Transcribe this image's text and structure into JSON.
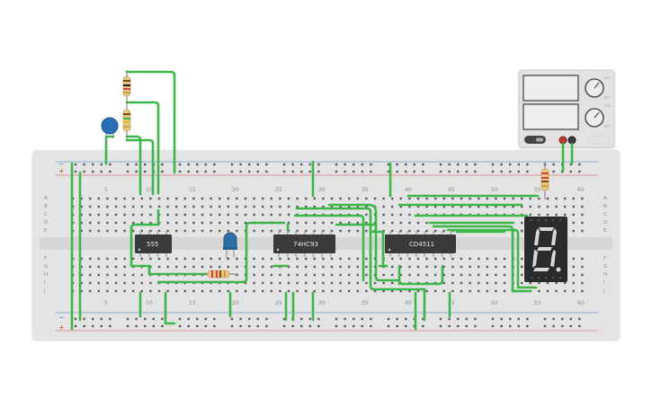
{
  "breadboard": {
    "column_numbers": [
      "5",
      "10",
      "15",
      "20",
      "25",
      "30",
      "35",
      "40",
      "45",
      "50",
      "55",
      "60"
    ],
    "row_letters_top": [
      "A",
      "B",
      "C",
      "D",
      "E"
    ],
    "row_letters_bottom": [
      "F",
      "G",
      "H",
      "I",
      "J"
    ],
    "rail_minus": "−",
    "rail_plus": "+"
  },
  "chips": {
    "timer": "555",
    "counter": "74HC93",
    "decoder": "CD4511"
  },
  "display": {
    "digit": "8"
  },
  "power_supply": {
    "labels": [
      "CH1",
      "SET",
      "CH2",
      "SET"
    ]
  },
  "colors": {
    "breadboard": "#e4e4e4",
    "wire": "#3cb84a",
    "chip": "#3a3a3a",
    "rail_red": "#d64541",
    "rail_blue": "#3f7fc1",
    "capacitor": "#2a6fb5",
    "led": "#2f6fa8",
    "display_body": "#2b2b2b",
    "segment": "#d8d8d8"
  }
}
